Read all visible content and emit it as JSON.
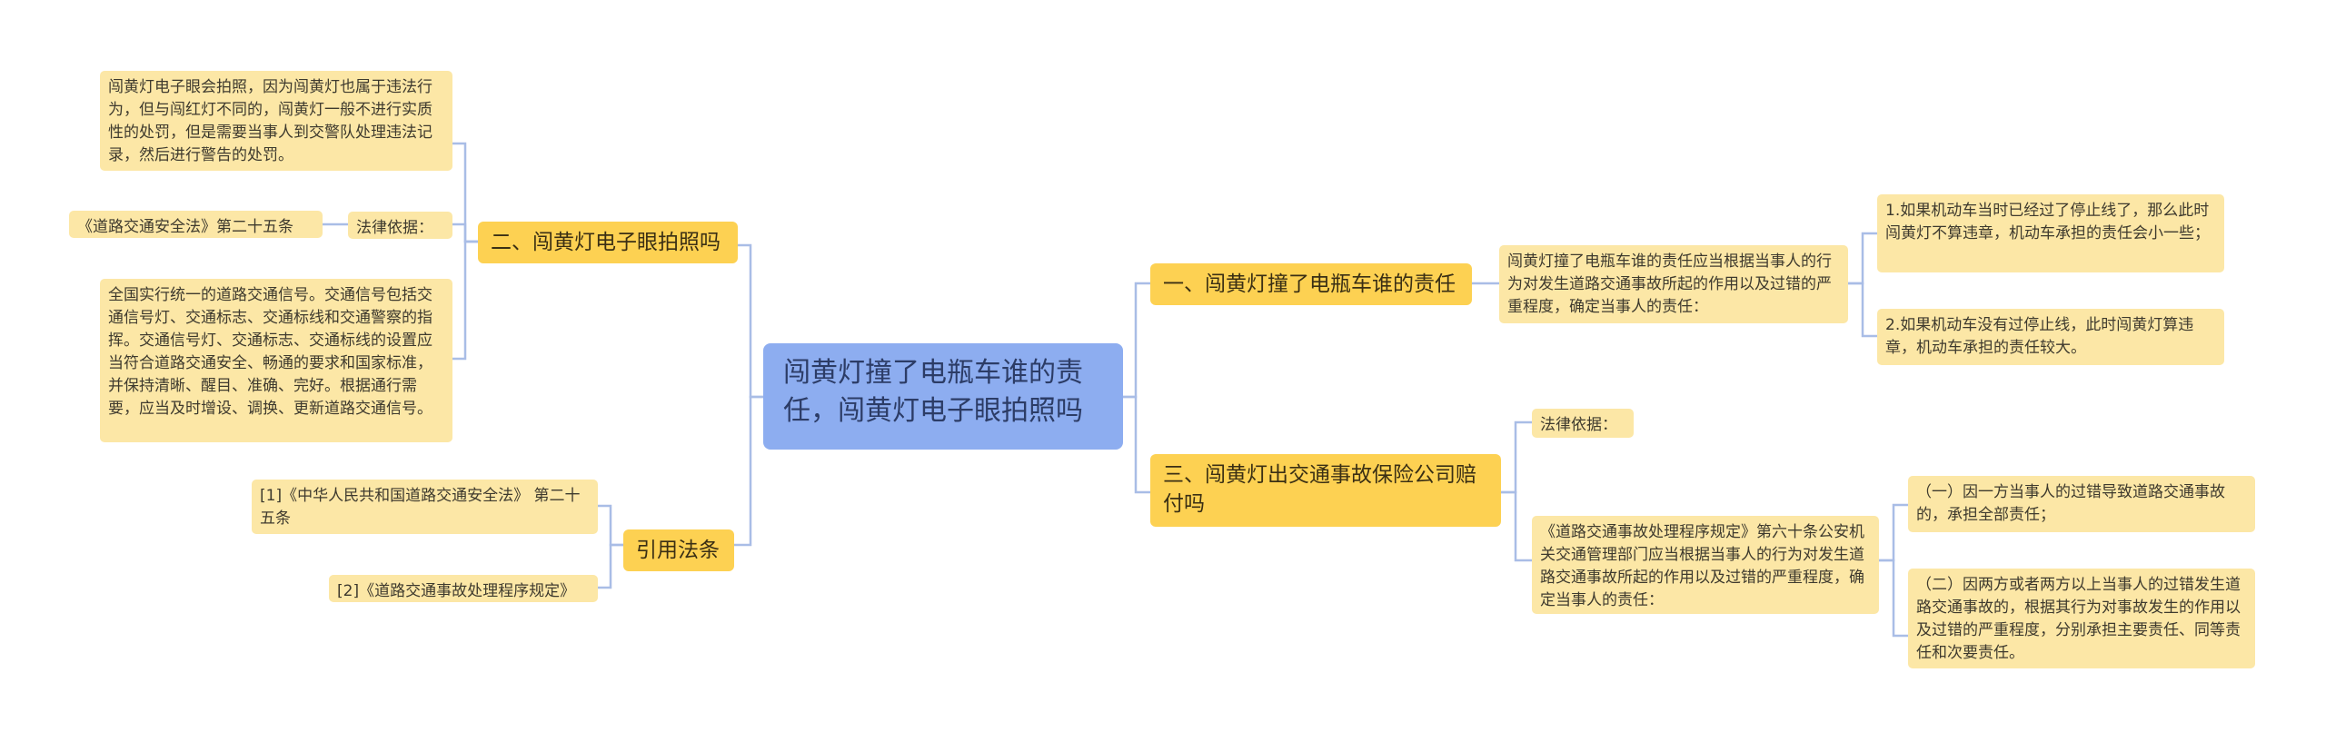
{
  "root": "闯黄灯撞了电瓶车谁的责任，闯黄灯电子眼拍照吗",
  "left": {
    "branch_camera": {
      "label": "二、闯黄灯电子眼拍照吗",
      "note_top": "闯黄灯电子眼会拍照，因为闯黄灯也属于违法行为，但与闯红灯不同的，闯黄灯一般不进行实质性的处罚，但是需要当事人到交警队处理违法记录，然后进行警告的处罚。",
      "legal_label": "法律依据：",
      "legal_ref": "《道路交通安全法》第二十五条",
      "note_bottom": "全国实行统一的道路交通信号。交通信号包括交通信号灯、交通标志、交通标线和交通警察的指挥。交通信号灯、交通标志、交通标线的设置应当符合道路交通安全、畅通的要求和国家标准，并保持清晰、醒目、准确、完好。根据通行需要，应当及时增设、调换、更新道路交通信号。"
    },
    "branch_cite": {
      "label": "引用法条",
      "ref1": "[1]《中华人民共和国道路交通安全法》 第二十五条",
      "ref2": "[2]《道路交通事故处理程序规定》"
    }
  },
  "right": {
    "branch_liability": {
      "label": "一、闯黄灯撞了电瓶车谁的责任",
      "summary": "闯黄灯撞了电瓶车谁的责任应当根据当事人的行为对发生道路交通事故所起的作用以及过错的严重程度，确定当事人的责任：",
      "case1": "1.如果机动车当时已经过了停止线了，那么此时闯黄灯不算违章，机动车承担的责任会小一些；",
      "case2": "2.如果机动车没有过停止线，此时闯黄灯算违章，机动车承担的责任较大。"
    },
    "branch_insurance": {
      "label": "三、闯黄灯出交通事故保险公司赔付吗",
      "legal_label": "法律依据：",
      "regulation": "《道路交通事故处理程序规定》第六十条公安机关交通管理部门应当根据当事人的行为对发生道路交通事故所起的作用以及过错的严重程度，确定当事人的责任：",
      "item1": "（一）因一方当事人的过错导致道路交通事故的，承担全部责任；",
      "item2": "（二）因两方或者两方以上当事人的过错发生道路交通事故的，根据其行为对事故发生的作用以及过错的严重程度，分别承担主要责任、同等责任和次要责任。"
    }
  }
}
